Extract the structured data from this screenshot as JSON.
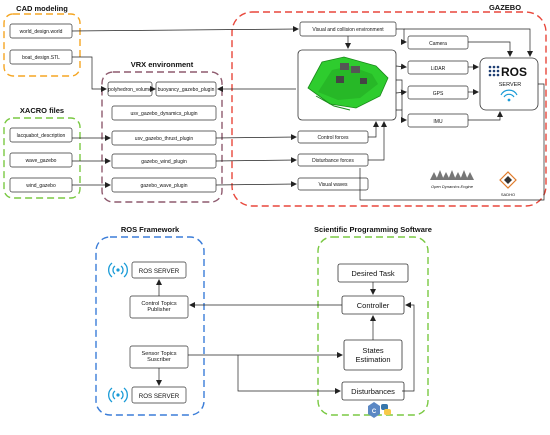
{
  "groups": {
    "cad": "CAD modeling",
    "xacro": "XACRO files",
    "vrx": "VRX environment",
    "gazebo": "GAZEBO",
    "ros": "ROS Framework",
    "sci": "Scientific Programming  Software"
  },
  "cad": {
    "world": "world_design.world",
    "boat": "boat_design.STL"
  },
  "xacro": {
    "lacquabot": "lacquabot_description",
    "wave": "wave_gazebo",
    "wind": "wind_gazebo"
  },
  "vrx": {
    "polyhedron": "polyhedron_volume",
    "buoyancy": "buoyancy_gazebo_plugin",
    "dynamics": "usv_gazebo_dynamics_plugin",
    "thrust": "usv_gazebo_thrust_plugin",
    "wind_plugin": "gazebo_wind_plugin",
    "wave_plugin": "gazebo_wave_plugin"
  },
  "gazebo": {
    "visual_env": "Visual and collision environment",
    "control_forces": "Control forces",
    "disturbance_forces": "Disturbance forces",
    "visual_waves": "Visual waves",
    "camera": "Camera",
    "lidar": "LiDAR",
    "gps": "GPS",
    "imu": "IMU",
    "ros_logo": "ROS",
    "ros_server": "SERVER",
    "ode_logo": "Open Dynamics Engine",
    "sadhu": "SADHO"
  },
  "ros": {
    "server_top": "ROS SERVER",
    "publisher": "Control Topics Publisher",
    "subscriber": "Sensor Topics Suscriber",
    "server_bottom": "ROS SERVER"
  },
  "sci": {
    "desired": "Desired Task",
    "controller": "Controller",
    "states": "States Estimation",
    "disturbances": "Disturbances"
  },
  "colors": {
    "cad": "#f5a623",
    "xacro": "#7ac943",
    "vrx": "#8e5a6e",
    "gazebo": "#e8473b",
    "ros": "#3b7dd8",
    "sci": "#7ac943",
    "boat": "#2ecc2e",
    "wifi": "#1a9bd7"
  }
}
